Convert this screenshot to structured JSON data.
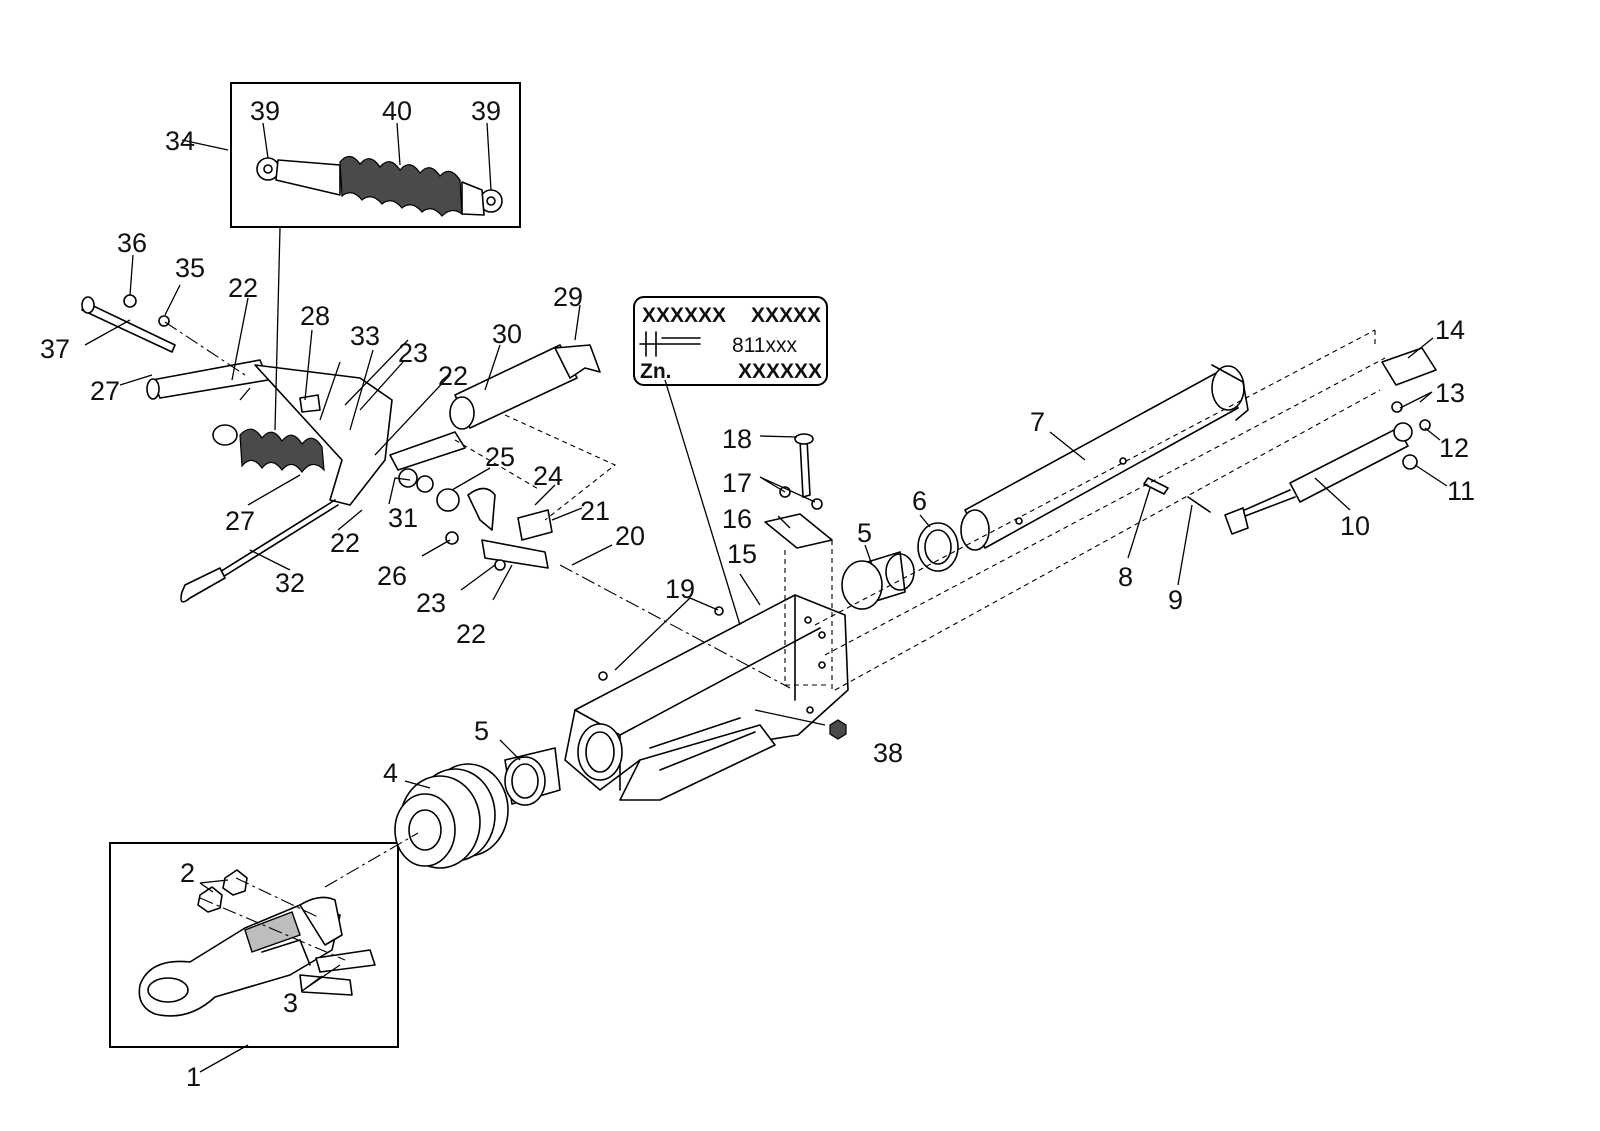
{
  "callouts": [
    {
      "id": "c1",
      "text": "1"
    },
    {
      "id": "c2",
      "text": "2"
    },
    {
      "id": "c3",
      "text": "3"
    },
    {
      "id": "c4",
      "text": "4"
    },
    {
      "id": "c5a",
      "text": "5"
    },
    {
      "id": "c5b",
      "text": "5"
    },
    {
      "id": "c6",
      "text": "6"
    },
    {
      "id": "c7",
      "text": "7"
    },
    {
      "id": "c8",
      "text": "8"
    },
    {
      "id": "c9",
      "text": "9"
    },
    {
      "id": "c10",
      "text": "10"
    },
    {
      "id": "c11",
      "text": "11"
    },
    {
      "id": "c12",
      "text": "12"
    },
    {
      "id": "c13",
      "text": "13"
    },
    {
      "id": "c14",
      "text": "14"
    },
    {
      "id": "c15",
      "text": "15"
    },
    {
      "id": "c16",
      "text": "16"
    },
    {
      "id": "c17",
      "text": "17"
    },
    {
      "id": "c18",
      "text": "18"
    },
    {
      "id": "c19",
      "text": "19"
    },
    {
      "id": "c20",
      "text": "20"
    },
    {
      "id": "c21",
      "text": "21"
    },
    {
      "id": "c22a",
      "text": "22"
    },
    {
      "id": "c22b",
      "text": "22"
    },
    {
      "id": "c22c",
      "text": "22"
    },
    {
      "id": "c22d",
      "text": "22"
    },
    {
      "id": "c23a",
      "text": "23"
    },
    {
      "id": "c23b",
      "text": "23"
    },
    {
      "id": "c24",
      "text": "24"
    },
    {
      "id": "c25",
      "text": "25"
    },
    {
      "id": "c26",
      "text": "26"
    },
    {
      "id": "c27a",
      "text": "27"
    },
    {
      "id": "c27b",
      "text": "27"
    },
    {
      "id": "c28",
      "text": "28"
    },
    {
      "id": "c29",
      "text": "29"
    },
    {
      "id": "c30",
      "text": "30"
    },
    {
      "id": "c31",
      "text": "31"
    },
    {
      "id": "c32",
      "text": "32"
    },
    {
      "id": "c33",
      "text": "33"
    },
    {
      "id": "c34",
      "text": "34"
    },
    {
      "id": "c35",
      "text": "35"
    },
    {
      "id": "c36",
      "text": "36"
    },
    {
      "id": "c37",
      "text": "37"
    },
    {
      "id": "c38",
      "text": "38"
    },
    {
      "id": "c39a",
      "text": "39"
    },
    {
      "id": "c39b",
      "text": "39"
    },
    {
      "id": "c40",
      "text": "40"
    }
  ],
  "nameplate": {
    "row1_left": "XXXXXX",
    "row1_right": "XXXXX",
    "row2_value": "811xxx",
    "row3_label": "Zn.",
    "row3_value": "XXXXXX"
  },
  "colors": {
    "line": "#000000",
    "background": "#ffffff",
    "shade": "#bdbdbd"
  }
}
